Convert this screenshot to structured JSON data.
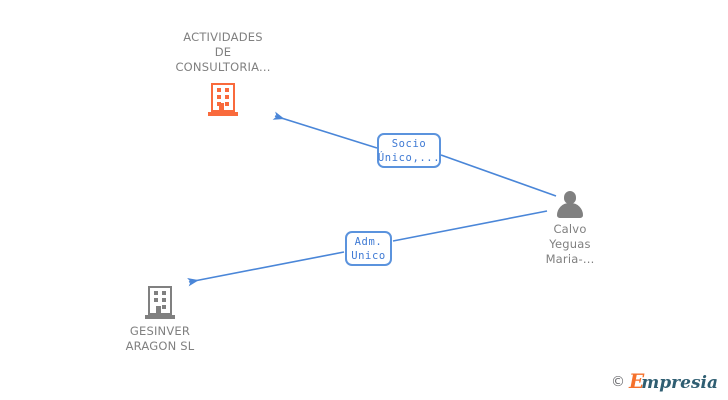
{
  "diagram": {
    "background_color": "#ffffff",
    "edge_color": "#4a86d8",
    "company_highlight_color": "#f96a3c",
    "company_default_color": "#808080",
    "person_color": "#808080",
    "label_text_color": "#808080",
    "relation_border_color": "#5b93dd",
    "relation_text_color": "#3f7ad4"
  },
  "nodes": {
    "company_main": {
      "name": "company-node-actividades-de-consultoria",
      "label": "ACTIVIDADES\nDE\nCONSULTORIA...",
      "icon": "building-icon",
      "color": "#f96a3c"
    },
    "person": {
      "name": "person-node-calvo-yeguas",
      "label": "Calvo\nYeguas\nMaria-...",
      "icon": "person-icon",
      "color": "#808080"
    },
    "company_secondary": {
      "name": "company-node-gesinver-aragon-sl",
      "label": "GESINVER\nARAGON SL",
      "icon": "building-icon",
      "color": "#808080"
    }
  },
  "relations": [
    {
      "name": "relation-socio-unico",
      "label": "Socio\nÚnico,...",
      "from": "person",
      "to": "company_main"
    },
    {
      "name": "relation-adm-unico",
      "label": "Adm.\nUnico",
      "from": "person",
      "to": "company_secondary"
    }
  ],
  "watermark": {
    "copyright": "©",
    "brand_initial": "E",
    "brand_rest": "mpresia"
  }
}
